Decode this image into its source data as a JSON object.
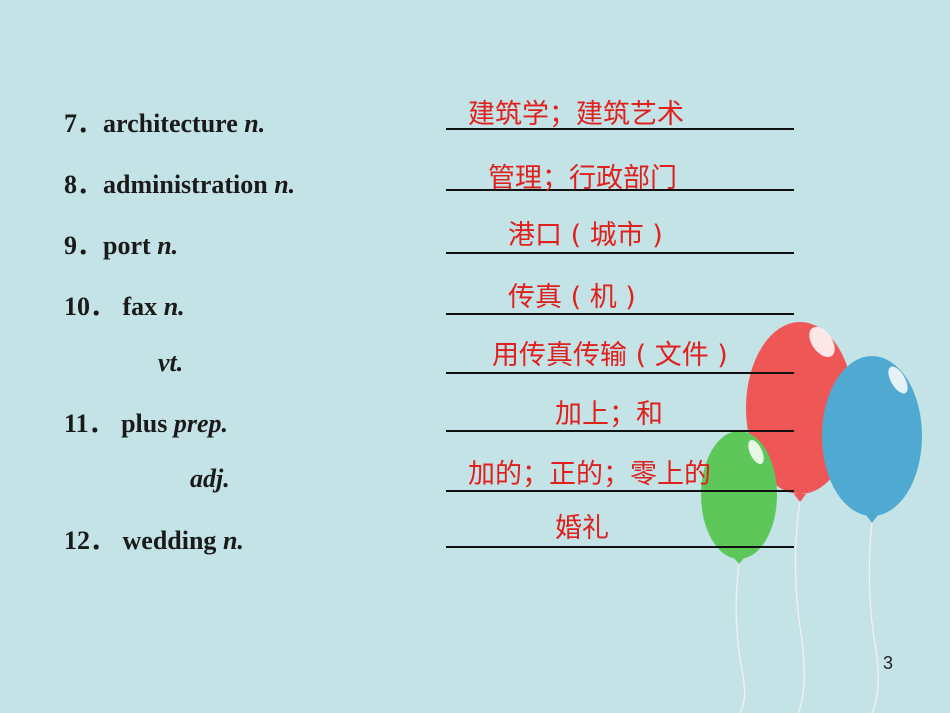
{
  "items": [
    {
      "num": "7．",
      "term": "architecture",
      "pos": "n.",
      "answer": "建筑学；建筑艺术"
    },
    {
      "num": "8．",
      "term": "administration",
      "pos": "n.",
      "answer": "管理；行政部门"
    },
    {
      "num": "9．",
      "term": "port",
      "pos": "n.",
      "answer": "港口 ( 城市 )"
    },
    {
      "num": "10．",
      "term": "fax",
      "pos": "n.",
      "answer": "传真 ( 机 )"
    },
    {
      "num": "",
      "term": "",
      "pos": "vt.",
      "answer": "用传真传输 ( 文件 )"
    },
    {
      "num": "11．",
      "term": "plus",
      "pos": "prep.",
      "answer": "加上；和"
    },
    {
      "num": "",
      "term": "",
      "pos": "adj.",
      "answer": "加的；正的；零上的"
    },
    {
      "num": "12．",
      "term": "wedding",
      "pos": "n.",
      "answer": "婚礼"
    }
  ],
  "page_number": "3",
  "colors": {
    "background": "#c4e3e7",
    "answer": "#e0201c",
    "red_balloon": "#ef5656",
    "blue_balloon": "#4fa9d0",
    "green_balloon": "#5ec75a"
  }
}
